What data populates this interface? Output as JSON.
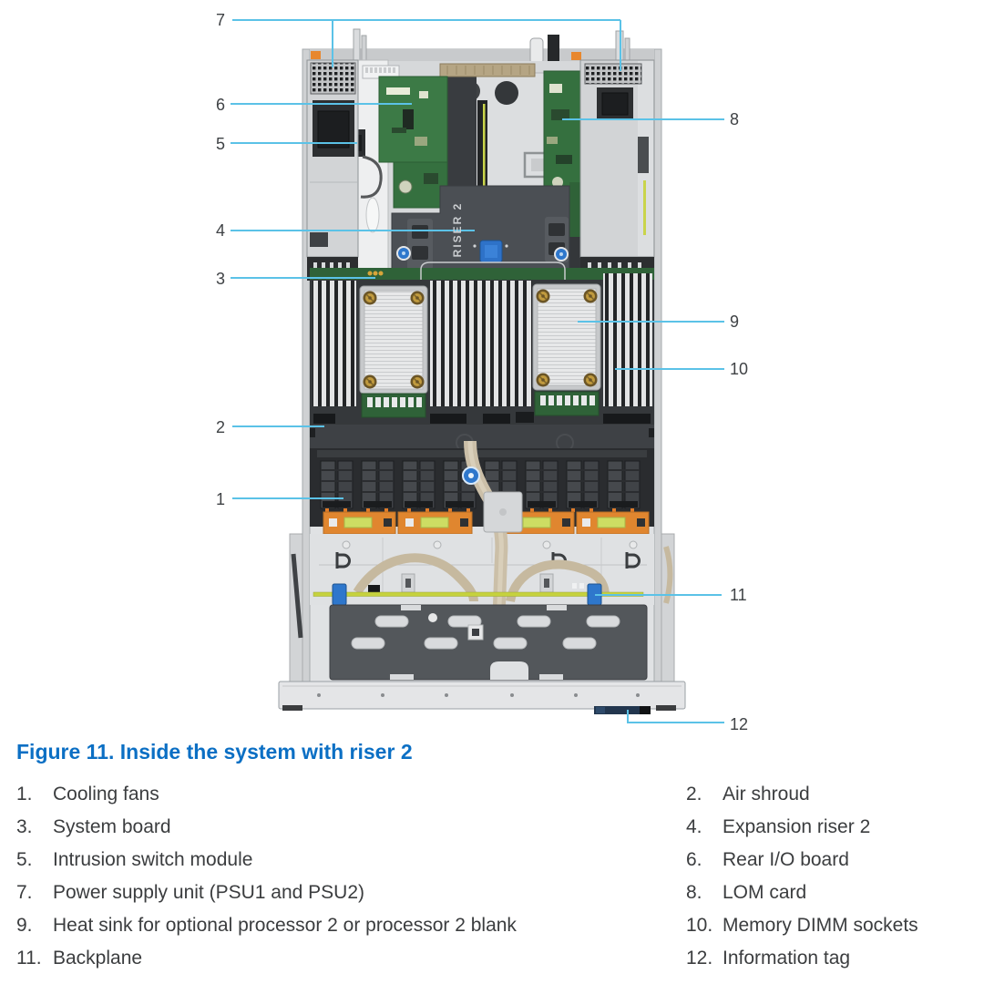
{
  "figure": {
    "caption": "Figure 11. Inside the system with riser 2",
    "riser_label": "RISER 2"
  },
  "callouts": [
    {
      "num": "1"
    },
    {
      "num": "2"
    },
    {
      "num": "3"
    },
    {
      "num": "4"
    },
    {
      "num": "5"
    },
    {
      "num": "6"
    },
    {
      "num": "7"
    },
    {
      "num": "8"
    },
    {
      "num": "9"
    },
    {
      "num": "10"
    },
    {
      "num": "11"
    },
    {
      "num": "12"
    }
  ],
  "legend": {
    "items": [
      {
        "num": "1.",
        "label": "Cooling fans"
      },
      {
        "num": "2.",
        "label": "Air shroud"
      },
      {
        "num": "3.",
        "label": "System board"
      },
      {
        "num": "4.",
        "label": "Expansion riser 2"
      },
      {
        "num": "5.",
        "label": "Intrusion switch module"
      },
      {
        "num": "6.",
        "label": "Rear I/O board"
      },
      {
        "num": "7.",
        "label": "Power supply unit (PSU1 and PSU2)"
      },
      {
        "num": "8.",
        "label": "LOM card"
      },
      {
        "num": "9.",
        "label": "Heat sink for optional processor 2 or processor 2 blank"
      },
      {
        "num": "10.",
        "label": "Memory DIMM sockets"
      },
      {
        "num": "11.",
        "label": "Backplane"
      },
      {
        "num": "12.",
        "label": "Information tag"
      }
    ]
  },
  "colors": {
    "accent_blue": "#0b6fc4",
    "callout_line": "#5bc2e7",
    "body_text": "#3b3d3f",
    "pcb_green": "#3c7a46",
    "riser_gray": "#4b4f54",
    "fan_strip_orange": "#e0862f",
    "backplane_yellow": "#c6d23e",
    "latch_blue": "#2e77cc"
  }
}
